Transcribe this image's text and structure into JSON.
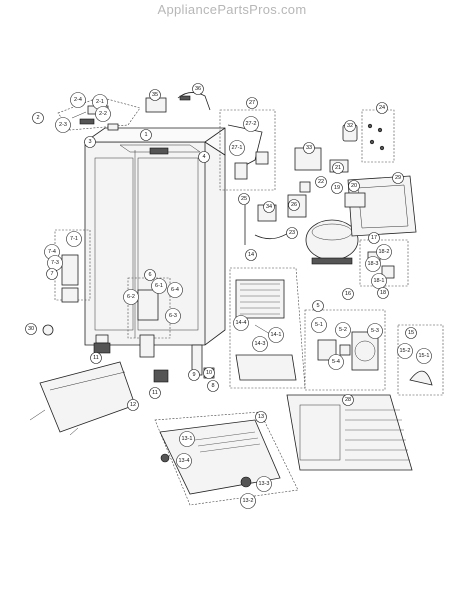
{
  "watermark": "AppliancePartsPros.com",
  "callouts": [
    {
      "id": "c-2-4",
      "label": "2-4"
    },
    {
      "id": "c-2-1",
      "label": "2-1"
    },
    {
      "id": "c-2",
      "label": "2"
    },
    {
      "id": "c-2-2",
      "label": "2-2"
    },
    {
      "id": "c-2-3",
      "label": "2-3"
    },
    {
      "id": "c-3",
      "label": "3"
    },
    {
      "id": "c-1",
      "label": "1"
    },
    {
      "id": "c-4",
      "label": "4"
    },
    {
      "id": "c-35",
      "label": "35"
    },
    {
      "id": "c-36",
      "label": "36"
    },
    {
      "id": "c-27",
      "label": "27"
    },
    {
      "id": "c-27-2",
      "label": "27-2"
    },
    {
      "id": "c-27-1",
      "label": "27-1"
    },
    {
      "id": "c-24",
      "label": "24"
    },
    {
      "id": "c-32",
      "label": "32"
    },
    {
      "id": "c-33",
      "label": "33"
    },
    {
      "id": "c-21",
      "label": "21"
    },
    {
      "id": "c-22",
      "label": "22"
    },
    {
      "id": "c-19",
      "label": "19"
    },
    {
      "id": "c-20",
      "label": "20"
    },
    {
      "id": "c-29",
      "label": "29"
    },
    {
      "id": "c-25",
      "label": "25"
    },
    {
      "id": "c-34",
      "label": "34"
    },
    {
      "id": "c-26",
      "label": "26"
    },
    {
      "id": "c-23",
      "label": "23"
    },
    {
      "id": "c-17",
      "label": "17"
    },
    {
      "id": "c-18-2",
      "label": "18-2"
    },
    {
      "id": "c-18-3",
      "label": "18-3"
    },
    {
      "id": "c-18-1",
      "label": "18-1"
    },
    {
      "id": "c-18",
      "label": "18"
    },
    {
      "id": "c-14",
      "label": "14"
    },
    {
      "id": "c-16",
      "label": "16"
    },
    {
      "id": "c-7-1",
      "label": "7-1"
    },
    {
      "id": "c-7-4",
      "label": "7-4"
    },
    {
      "id": "c-7-3",
      "label": "7-3"
    },
    {
      "id": "c-7",
      "label": "7"
    },
    {
      "id": "c-6",
      "label": "6"
    },
    {
      "id": "c-6-1",
      "label": "6-1"
    },
    {
      "id": "c-6-2",
      "label": "6-2"
    },
    {
      "id": "c-6-4",
      "label": "6-4"
    },
    {
      "id": "c-6-3",
      "label": "6-3"
    },
    {
      "id": "c-10",
      "label": "10"
    },
    {
      "id": "c-8",
      "label": "8"
    },
    {
      "id": "c-9",
      "label": "9"
    },
    {
      "id": "c-14-4",
      "label": "14-4"
    },
    {
      "id": "c-14-1",
      "label": "14-1"
    },
    {
      "id": "c-14-3",
      "label": "14-3"
    },
    {
      "id": "c-5",
      "label": "5"
    },
    {
      "id": "c-5-1",
      "label": "5-1"
    },
    {
      "id": "c-5-2",
      "label": "5-2"
    },
    {
      "id": "c-5-3",
      "label": "5-3"
    },
    {
      "id": "c-5-4",
      "label": "5-4"
    },
    {
      "id": "c-15",
      "label": "15"
    },
    {
      "id": "c-15-2",
      "label": "15-2"
    },
    {
      "id": "c-15-1",
      "label": "15-1"
    },
    {
      "id": "c-30",
      "label": "30"
    },
    {
      "id": "c-11a",
      "label": "11"
    },
    {
      "id": "c-11b",
      "label": "11"
    },
    {
      "id": "c-12",
      "label": "12"
    },
    {
      "id": "c-13",
      "label": "13"
    },
    {
      "id": "c-13-1",
      "label": "13-1"
    },
    {
      "id": "c-13-4",
      "label": "13-4"
    },
    {
      "id": "c-13-3",
      "label": "13-3"
    },
    {
      "id": "c-13-2",
      "label": "13-2"
    },
    {
      "id": "c-28",
      "label": "28"
    }
  ]
}
